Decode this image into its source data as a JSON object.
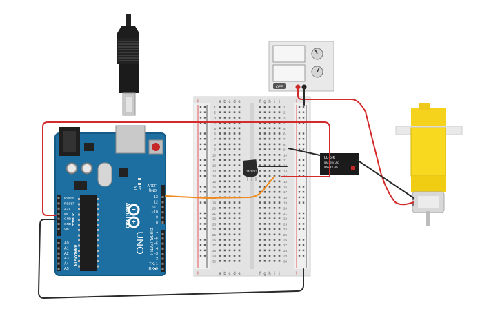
{
  "arduino": {
    "power_header": "POWER",
    "power_pins": [
      "IOREF",
      "RESET",
      "3.3V",
      "5V",
      "GND",
      "GND",
      "Vin"
    ],
    "analog_header": "ANALOG IN",
    "analog_pins": [
      "A0",
      "A1",
      "A2",
      "A3",
      "A4",
      "A5"
    ],
    "aref": "AREF",
    "gnd": "GND",
    "digital_top": [
      "13",
      "12",
      "~11",
      "~10",
      "~9",
      "8"
    ],
    "digital_bottom": [
      "7",
      "~6",
      "~5",
      "4",
      "~3",
      "2",
      "TX▸1",
      "RX◂0"
    ],
    "brand": "ARDUINO",
    "model": "UNO",
    "digital_label": "DIGITAL (PWM~)",
    "led_labels": [
      "TX",
      "RX"
    ],
    "led_l": "L"
  },
  "breadboard": {
    "columns_left": [
      "a",
      "b",
      "c",
      "d",
      "e"
    ],
    "columns_right": [
      "f",
      "g",
      "h",
      "i",
      "j"
    ],
    "rows": [
      "1",
      "2",
      "3",
      "4",
      "5",
      "6",
      "7",
      "8",
      "9",
      "10",
      "11",
      "12",
      "13",
      "14",
      "15",
      "16",
      "17",
      "18",
      "19",
      "20",
      "21",
      "22",
      "23",
      "24",
      "25",
      "26",
      "27",
      "28",
      "29",
      "30"
    ],
    "plus": "+",
    "minus": "−"
  },
  "transistor": {
    "label": "2N2222"
  },
  "relay": {
    "line1": "LU-5-R",
    "line2": "5A/125V AC",
    "line3": "5A/24V DC"
  },
  "power_supply": {
    "button": "OFF"
  },
  "colors": {
    "board": "#1c6fa0",
    "board_edge": "#145a85",
    "wire_red": "#d42a2a",
    "wire_black": "#2a2a2a",
    "wire_orange": "#f08a1c",
    "motor_yellow": "#f5d31c"
  }
}
